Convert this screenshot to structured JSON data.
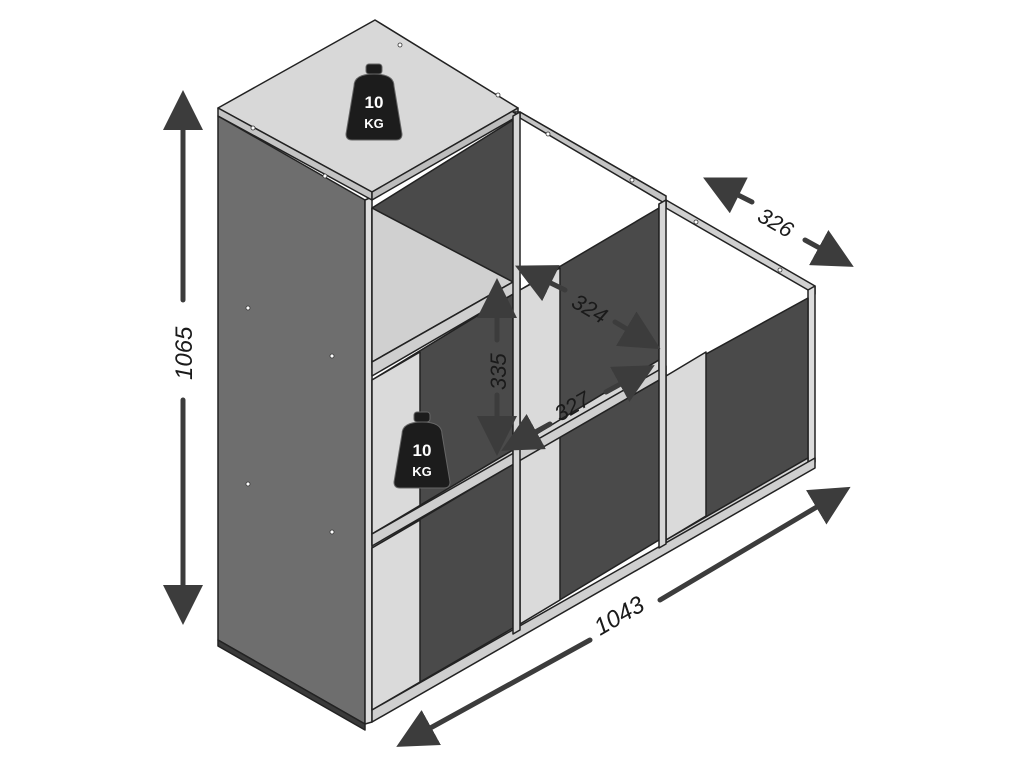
{
  "dimensions": {
    "total_height": "1065",
    "total_width": "1043",
    "depth": "326",
    "cube_width_upper": "324",
    "cube_height": "335",
    "cube_width_inner": "327"
  },
  "load_labels": {
    "top": {
      "value": "10",
      "unit": "KG"
    },
    "shelf": {
      "value": "10",
      "unit": "KG"
    }
  },
  "colors": {
    "outline": "#222222",
    "panel_top": "#dcdcdc",
    "panel_front": "#c9c9c9",
    "side_panel": "#6e6e6e",
    "cube_back": "#4a4a4a",
    "cube_floor": "#d6d6d6",
    "weight": "#1c1c1c",
    "arrow": "#3c3c3c"
  },
  "icons": {
    "weight_top": "weight-icon",
    "weight_shelf": "weight-icon"
  }
}
